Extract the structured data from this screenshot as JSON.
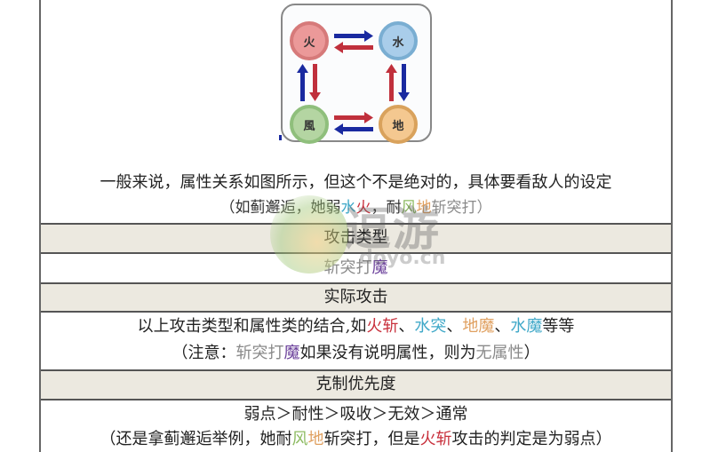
{
  "diagram": {
    "nodes": {
      "fire": "火",
      "water": "水",
      "wind": "風",
      "earth": "地"
    },
    "colors": {
      "fire": "#eb9999",
      "water": "#a9cdea",
      "wind": "#b4d5a2",
      "earth": "#f4c890",
      "arrow_blue": "#1a2aa0",
      "arrow_red": "#c0303c"
    }
  },
  "intro": {
    "line1": "一般来说，属性关系如图所示，但这个不是绝对的，具体要看敌人的设定",
    "line2": {
      "prefix": "（如蓟邂逅，她弱",
      "water": "水",
      "fire": "火",
      "mid": "，耐",
      "wind": "风",
      "earth": "地",
      "suffix": "斩突打）"
    }
  },
  "sections": [
    {
      "header": "攻击类型",
      "body": {
        "gray": "斩突打",
        "magic": "魔"
      }
    },
    {
      "header": "实际攻击",
      "body": {
        "line1_prefix": "以上攻击类型和属性类的结合,如",
        "fire_slash": "火斩",
        "sep1": "、",
        "water_thrust": "水突",
        "sep2": "、",
        "earth_magic": "地魔",
        "sep3": "、",
        "water_magic": "水魔",
        "line1_suffix": "等等",
        "line2_prefix": "（注意：",
        "line2_gray": "斩突打",
        "line2_magic": "魔",
        "line2_mid": "如果没有说明属性，则为",
        "line2_none": "无属性",
        "line2_suffix": "）"
      }
    },
    {
      "header": "克制优先度",
      "body": {
        "line1": "弱点＞耐性＞吸收＞无效＞通常",
        "line2_prefix": "（还是拿蓟邂逅举例，她耐",
        "wind": "风",
        "earth": "地",
        "line2_mid": "斩突打，但是",
        "fire_slash": "火斩",
        "line2_suffix": "攻击的判定是为弱点）"
      }
    }
  ],
  "watermark": {
    "logo_text": "逗游",
    "url": "doyo.cn"
  }
}
